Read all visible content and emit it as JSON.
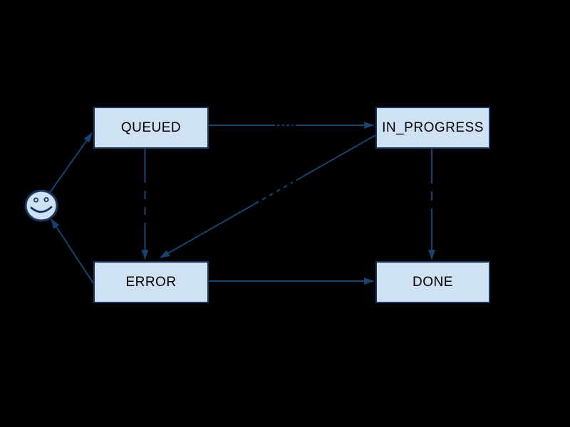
{
  "diagram": {
    "type": "state-machine",
    "background_color": "#000000",
    "node_fill_color": "#cfe2f3",
    "node_border_color": "#17375e",
    "edge_color": "#16436f",
    "node_text_color": "#000000",
    "nodes": [
      {
        "id": "start",
        "shape": "smiley-face",
        "label": ""
      },
      {
        "id": "queued",
        "shape": "box",
        "label": "QUEUED"
      },
      {
        "id": "in_progress",
        "shape": "box",
        "label": "IN_PROGRESS"
      },
      {
        "id": "error",
        "shape": "box",
        "label": "ERROR"
      },
      {
        "id": "done",
        "shape": "box",
        "label": "DONE"
      }
    ],
    "edges": [
      {
        "from": "start",
        "to": "queued"
      },
      {
        "from": "queued",
        "to": "in_progress"
      },
      {
        "from": "queued",
        "to": "error"
      },
      {
        "from": "in_progress",
        "to": "error"
      },
      {
        "from": "in_progress",
        "to": "done"
      },
      {
        "from": "error",
        "to": "done"
      },
      {
        "from": "error",
        "to": "start"
      }
    ]
  }
}
